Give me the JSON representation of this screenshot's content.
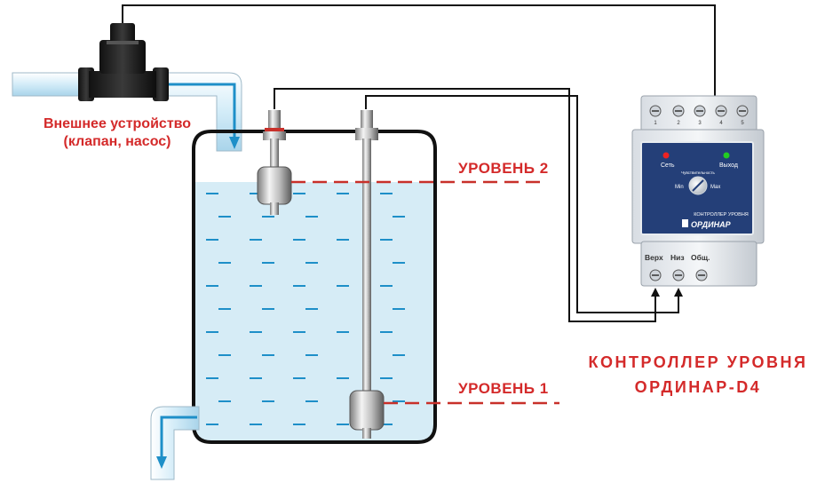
{
  "device_label": {
    "line1": "Внешнее устройство",
    "line2": "(клапан, насос)"
  },
  "level2_label": "УРОВЕНЬ 2",
  "level1_label": "УРОВЕНЬ 1",
  "controller": {
    "title_line1": "КОНТРОЛЛЕР УРОВНЯ",
    "title_line2": "ОРДИНАР-D4",
    "top_terminal_numbers": [
      "1",
      "2",
      "3",
      "4",
      "5"
    ],
    "indicator_power": "Сеть",
    "indicator_output": "Выход",
    "sensitivity_label": "Чувствительность",
    "knob_min": "Min",
    "knob_max": "Max",
    "panel_caption": "КОНТРОЛЛЕР УРОВНЯ",
    "brand": "ОРДИНАР",
    "bottom_terminals": {
      "top": "Верх",
      "low": "Низ",
      "common": "Общ."
    }
  },
  "colors": {
    "label_red": "#d42a2a",
    "water": "#d6ecf6",
    "dash": "#1e8fc8",
    "flow_arrow": "#1e8fc8",
    "controller_panel": "#243f78"
  }
}
